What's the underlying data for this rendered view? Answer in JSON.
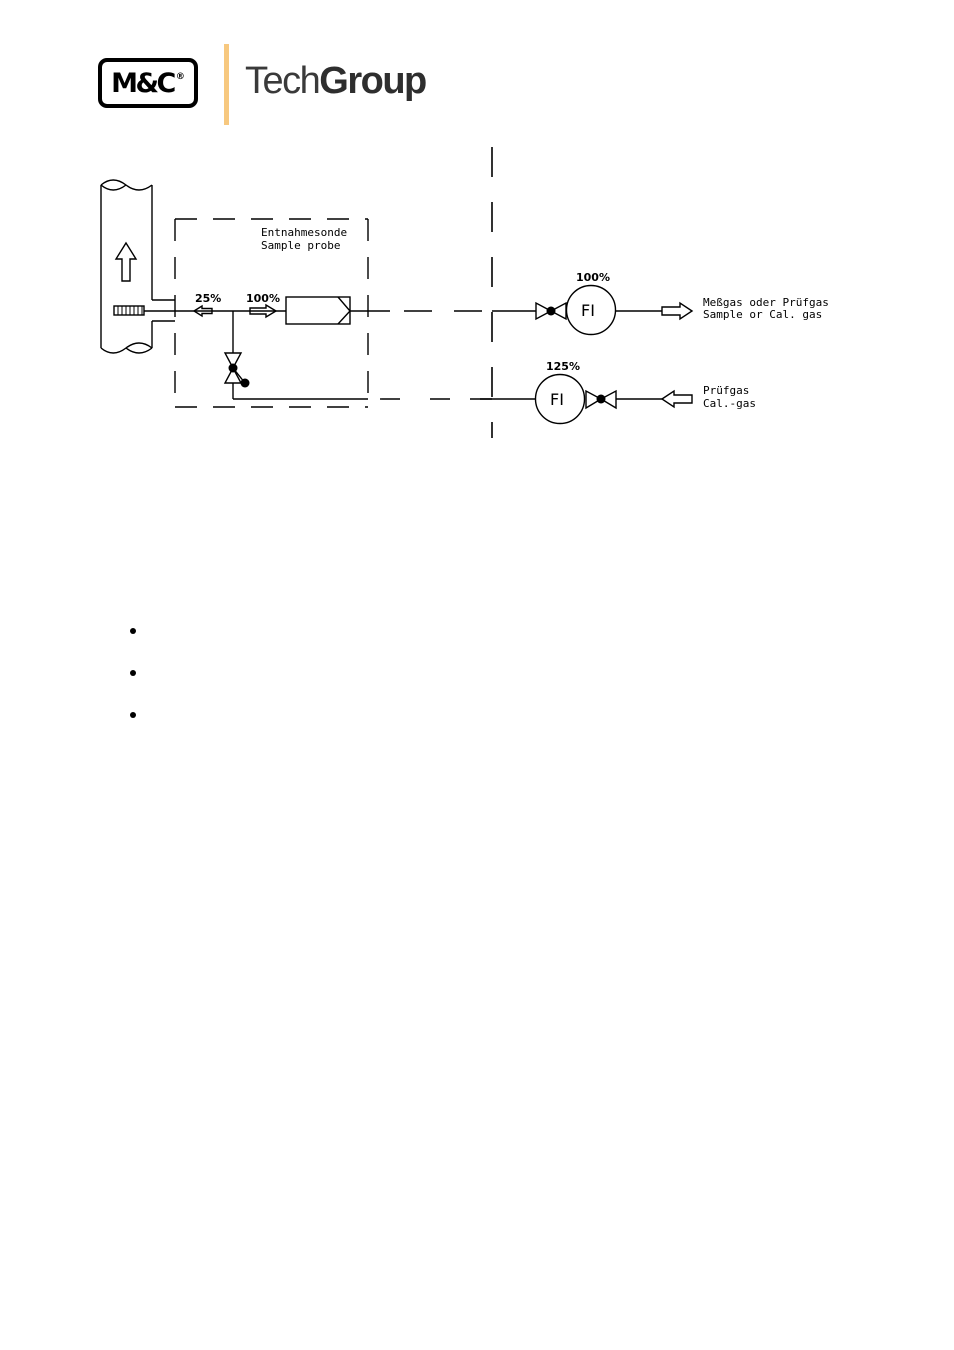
{
  "header": {
    "logo_text": "M&C",
    "logo_registered": "®",
    "brand_tech": "Tech",
    "brand_group": "Group",
    "accent_color": "#f7c87f"
  },
  "diagram": {
    "probe_label_de": "Entnahmesonde",
    "probe_label_en": "Sample probe",
    "split_pct": "25%",
    "flow_pct": "100%",
    "meter_top_pct": "100%",
    "meter_bottom_pct": "125%",
    "meter_label": "FI",
    "outlet_label_de": "Meßgas oder Prüfgas",
    "outlet_label_en": "Sample or Cal. gas",
    "inlet_label_de": "Prüfgas",
    "inlet_label_en": "Cal.-gas"
  },
  "bullets": [
    "",
    "",
    ""
  ]
}
